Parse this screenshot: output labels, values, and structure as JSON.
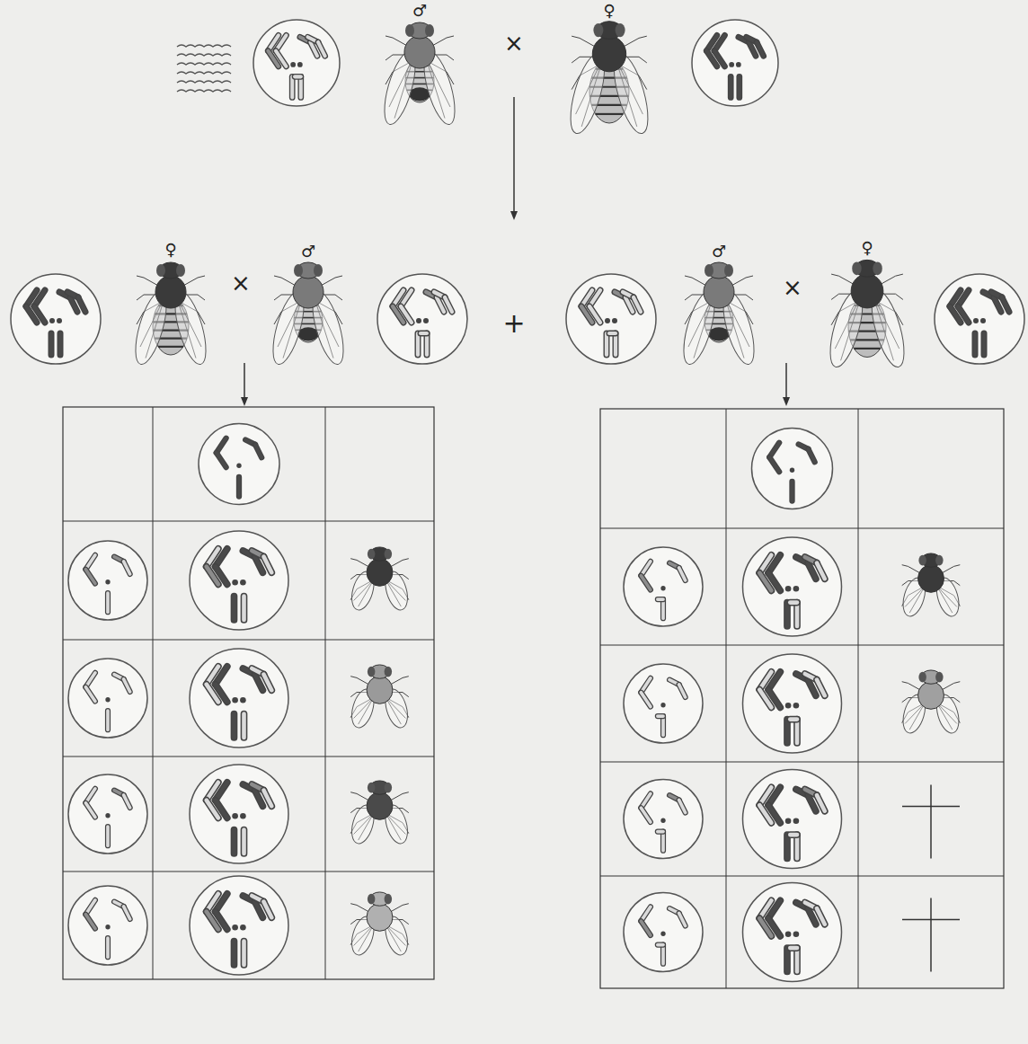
{
  "diagram": {
    "labels": [
      "♂",
      "×",
      "♀",
      "♀",
      "×",
      "♂",
      "+",
      "♂",
      "×",
      "♀"
    ]
  }
}
